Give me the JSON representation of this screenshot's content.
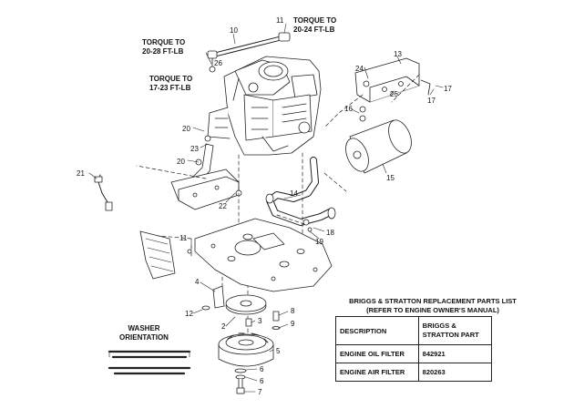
{
  "torque_notes": [
    {
      "line1": "TORQUE TO",
      "line2": "20-24 FT-LB"
    },
    {
      "line1": "TORQUE TO",
      "line2": "20-28 FT-LB"
    },
    {
      "line1": "TORQUE TO",
      "line2": "17-23 FT-LB"
    }
  ],
  "callouts": [
    "10",
    "11",
    "26",
    "13",
    "24",
    "25",
    "17",
    "17",
    "16",
    "20",
    "23",
    "20",
    "21",
    "22",
    "15",
    "14",
    "19",
    "18",
    "11",
    "4",
    "12",
    "3",
    "8",
    "9",
    "2",
    "5",
    "6",
    "6",
    "7"
  ],
  "washer": {
    "line1": "WASHER",
    "line2": "ORIENTATION"
  },
  "parts_list": {
    "title_line1": "BRIGGS & STRATTON  REPLACEMENT PARTS LIST",
    "title_line2": "(REFER TO ENGINE OWNER'S MANUAL)",
    "header_desc": "DESCRIPTION",
    "header_part_line1": "BRIGGS &",
    "header_part_line2": "STRATTON PART",
    "rows": [
      {
        "desc": "ENGINE OIL FILTER",
        "part": "842921"
      },
      {
        "desc": "ENGINE AIR FILTER",
        "part": "820263"
      }
    ]
  }
}
